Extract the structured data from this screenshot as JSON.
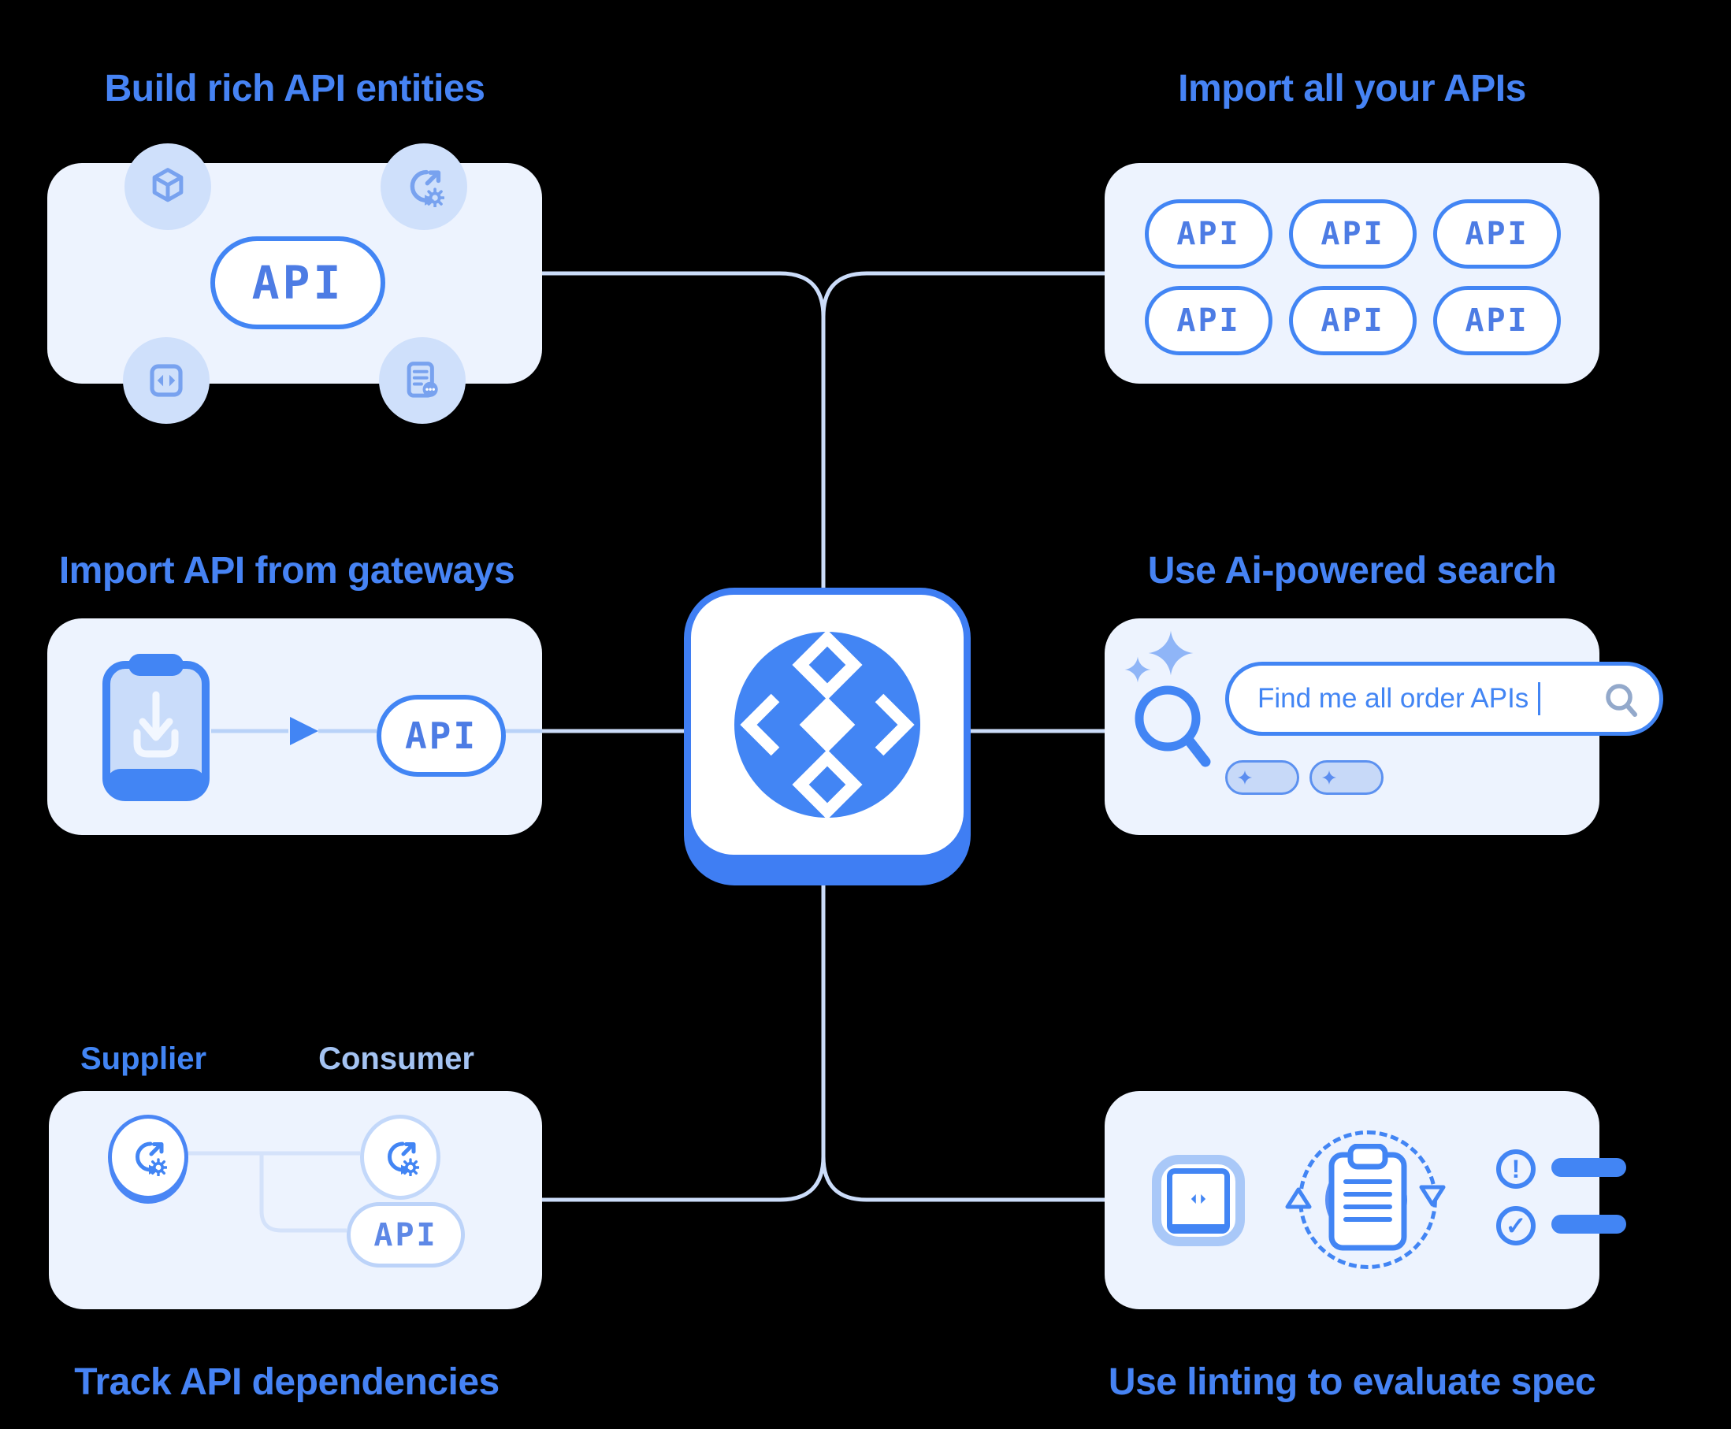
{
  "background": "#000000",
  "colors": {
    "accent_blue": "#4285F4",
    "title_blue": "#4683F4",
    "card_bg": "#EDF3FE",
    "badge_bg": "#CFE0FB",
    "icon_blue": "#78A2EF",
    "light_border": "#BCD3F9",
    "connector": "#CBDCF9",
    "muted_label": "#A4C3F2",
    "blob_blue": "#5A8FF5"
  },
  "hub": {
    "logo": "api-hub-diamond-logo"
  },
  "cards": {
    "build": {
      "title": "Build rich API entities",
      "pill": "API",
      "icons": [
        "cube-icon",
        "sync-gear-icon",
        "code-brackets-icon",
        "doc-comment-icon"
      ]
    },
    "import_all": {
      "title": "Import all your APIs",
      "pills": [
        "API",
        "API",
        "API",
        "API",
        "API",
        "API"
      ]
    },
    "gateways": {
      "title": "Import API from gateways",
      "pill": "API",
      "icons": [
        "download-clipboard-icon",
        "play-arrow-icon"
      ]
    },
    "search": {
      "title": "Use Ai-powered search",
      "query": "Find me all order APIs",
      "icons": [
        "sparkle-icon",
        "magnifier-icon",
        "search-icon"
      ]
    },
    "dependencies": {
      "title": "Track API dependencies",
      "supplier_label": "Supplier",
      "consumer_label": "Consumer",
      "pill": "API",
      "icons": [
        "sync-gear-icon",
        "sync-gear-icon"
      ]
    },
    "linting": {
      "title": "Use linting to evaluate spec",
      "icons": [
        "code-spec-icon",
        "spec-document-icon",
        "error-icon",
        "success-icon"
      ]
    }
  }
}
